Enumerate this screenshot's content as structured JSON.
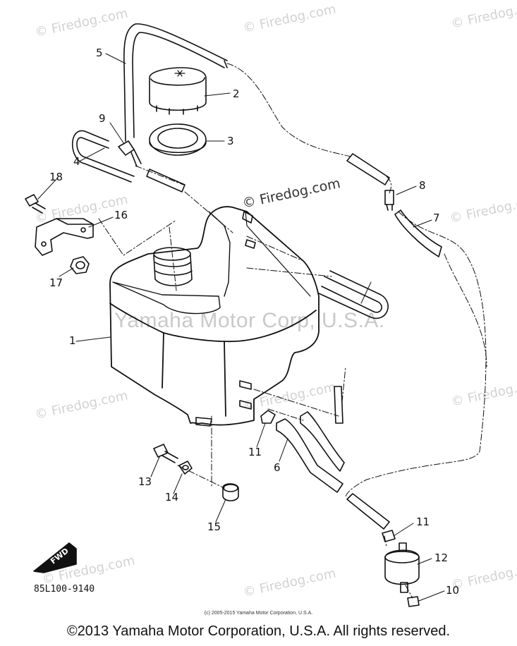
{
  "watermark": {
    "text": "© Firedog.com",
    "dark_text": "© Firedog.com",
    "center_text": "Yamaha Motor Corp, U.S.A."
  },
  "callouts": [
    "1",
    "2",
    "3",
    "4",
    "5",
    "6",
    "7",
    "8",
    "9",
    "10",
    "11",
    "11",
    "12",
    "13",
    "14",
    "15",
    "16",
    "17",
    "18"
  ],
  "fwd_label": "FWD",
  "part_code": "85L100-9140",
  "small_copyright": "(c) 2005-2015 Yamaha Motor Corporation, U.S.A.",
  "copyright": "©2013 Yamaha Motor Corporation, U.S.A. All rights reserved."
}
